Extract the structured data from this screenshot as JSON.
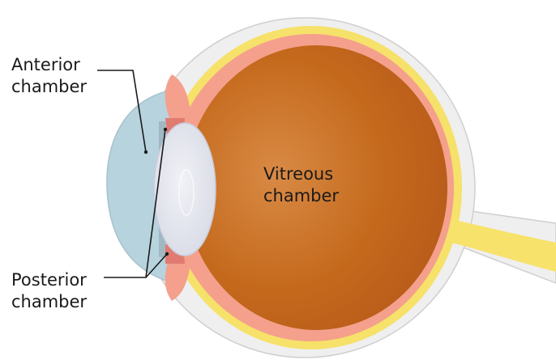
{
  "labels": {
    "anterior_chamber": [
      "Anterior",
      "chamber"
    ],
    "posterior_chamber": [
      "Posterior",
      "chamber"
    ],
    "vitreous_chamber": [
      "Vitreous",
      "chamber"
    ]
  },
  "colors": {
    "sclera": "#efefef",
    "sclera_outline": "#cfcfcf",
    "choroid": "#f4a08c",
    "retina": "#f6e16a",
    "vitreous": "#c4691c",
    "cornea": "#b7d3de",
    "lens": "#e4e6ee",
    "ciliary": "#ec8e86",
    "optic_nerve": "#f7e26b",
    "leader_line": "#1a1a1a"
  }
}
